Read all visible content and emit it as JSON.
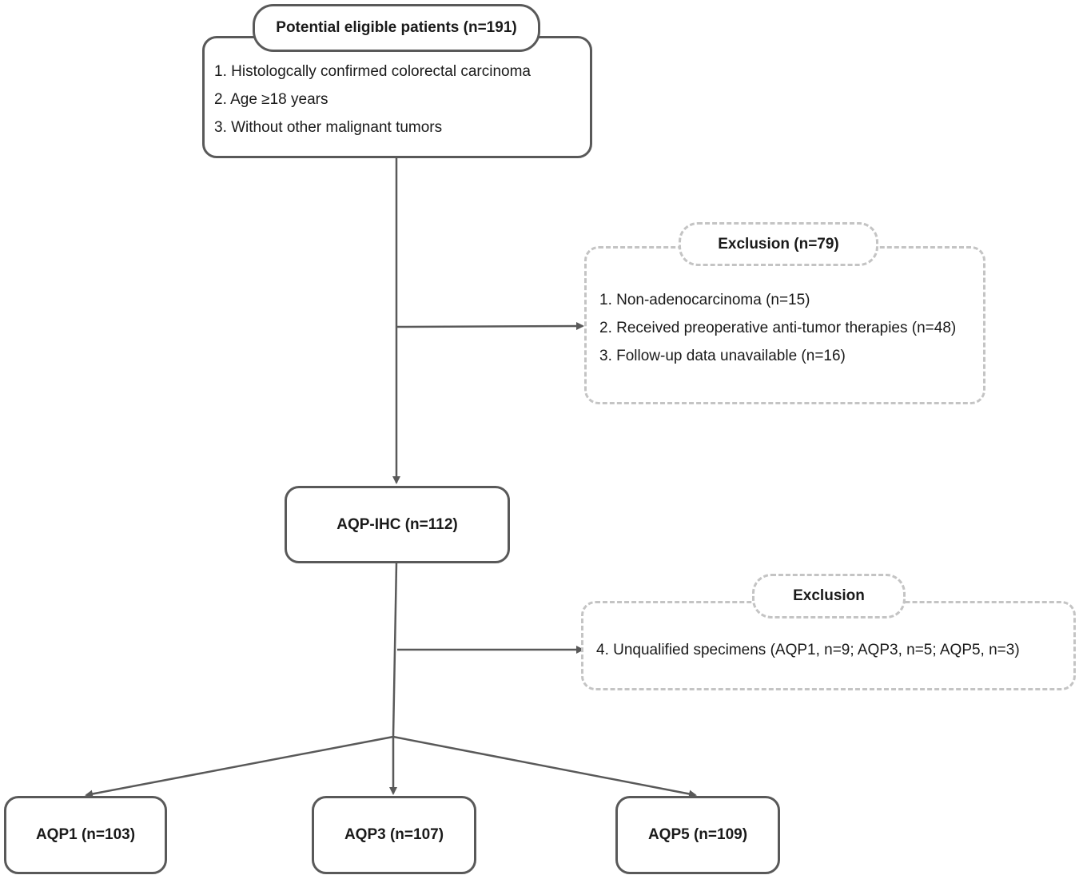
{
  "eligible": {
    "title": "Potential eligible patients (n=191)",
    "criteria": [
      "1. Histologcally  confirmed  colorectal  carcinoma",
      "2. Age ≥18 years",
      "3. Without  other  malignant  tumors"
    ]
  },
  "exclusion1": {
    "title": "Exclusion (n=79)",
    "items": [
      "1. Non-adenocarcinoma  (n=15)",
      "2. Received  preoperative  anti-tumor  therapies (n=48)",
      "3. Follow-up  data  unavailable  (n=16)"
    ]
  },
  "aqp_ihc": {
    "label": "AQP-IHC (n=112)"
  },
  "exclusion2": {
    "title": "Exclusion",
    "items": [
      "4. Unqualified  specimens (AQP1, n=9;  AQP3, n=5;  AQP5, n=3)"
    ]
  },
  "groups": [
    {
      "label": "AQP1 (n=103)"
    },
    {
      "label": "AQP3 (n=107)"
    },
    {
      "label": "AQP5 (n=109)"
    }
  ],
  "colors": {
    "line": "#595959",
    "dashed": "#c4c4c4"
  }
}
